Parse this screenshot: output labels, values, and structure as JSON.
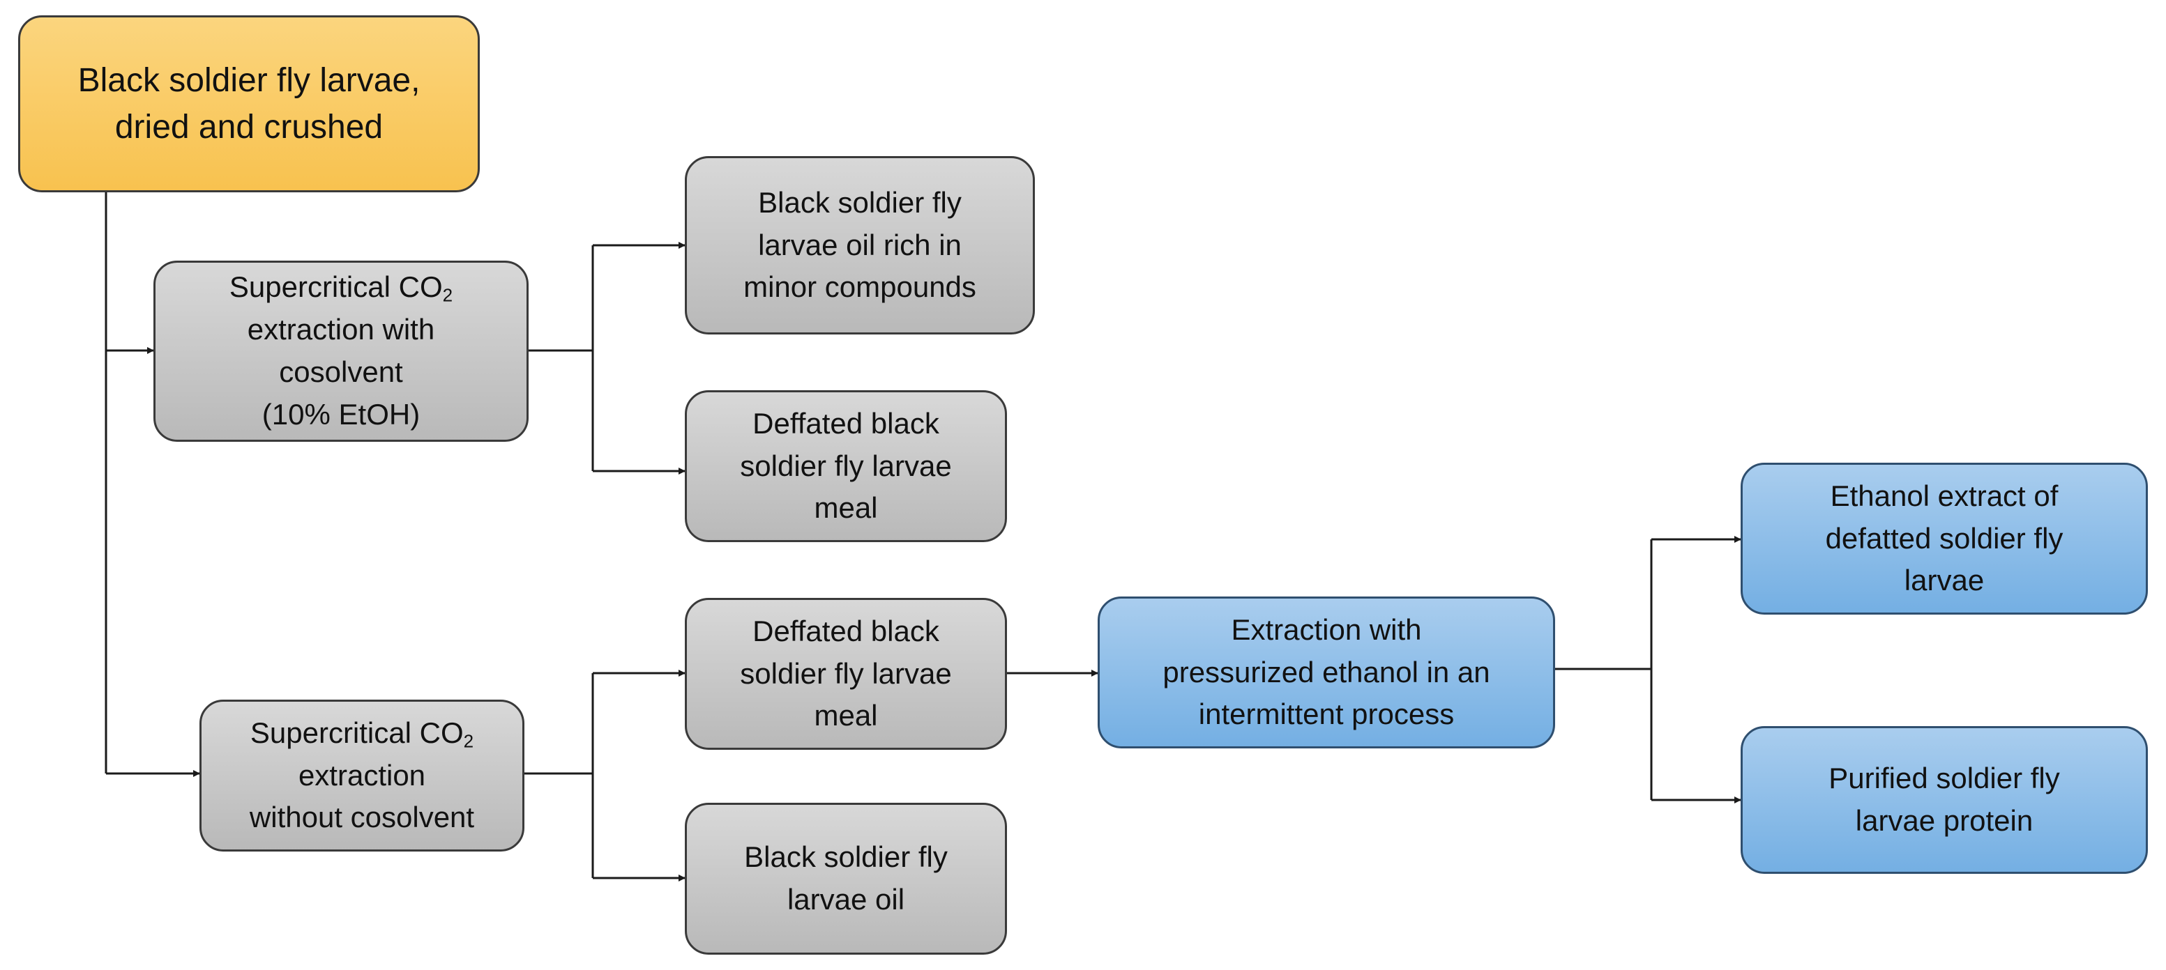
{
  "nodes": {
    "start": {
      "lines": [
        "Black soldier fly larvae,",
        "dried and crushed"
      ]
    },
    "sc_cosolvent": {
      "lines": [
        "Supercritical CO",
        "extraction with",
        "cosolvent",
        "(10% EtOH)"
      ],
      "sub": "2"
    },
    "oil_minor": {
      "lines": [
        "Black soldier fly",
        "larvae oil rich in",
        "minor compounds"
      ]
    },
    "defatted_meal_1": {
      "lines": [
        "Deffated black",
        "soldier fly larvae",
        "meal"
      ]
    },
    "sc_no_cosolvent": {
      "lines": [
        "Supercritical CO",
        "extraction",
        "without cosolvent"
      ],
      "sub": "2"
    },
    "defatted_meal_2": {
      "lines": [
        "Deffated black",
        "soldier fly larvae",
        "meal"
      ]
    },
    "larvae_oil": {
      "lines": [
        "Black soldier fly",
        "larvae oil"
      ]
    },
    "pressurized_ethanol": {
      "lines": [
        "Extraction with",
        "pressurized ethanol in an",
        "intermittent process"
      ]
    },
    "ethanol_extract": {
      "lines": [
        "Ethanol extract of",
        "defatted soldier fly",
        "larvae"
      ]
    },
    "purified_protein": {
      "lines": [
        "Purified soldier fly",
        "larvae protein"
      ]
    }
  },
  "colors": {
    "start_fill": "#f8c24f",
    "gray_fill": "#c4c4c4",
    "blue_fill": "#8bbde9",
    "border": "#3a3a3a",
    "connector": "#1a1a1a"
  }
}
